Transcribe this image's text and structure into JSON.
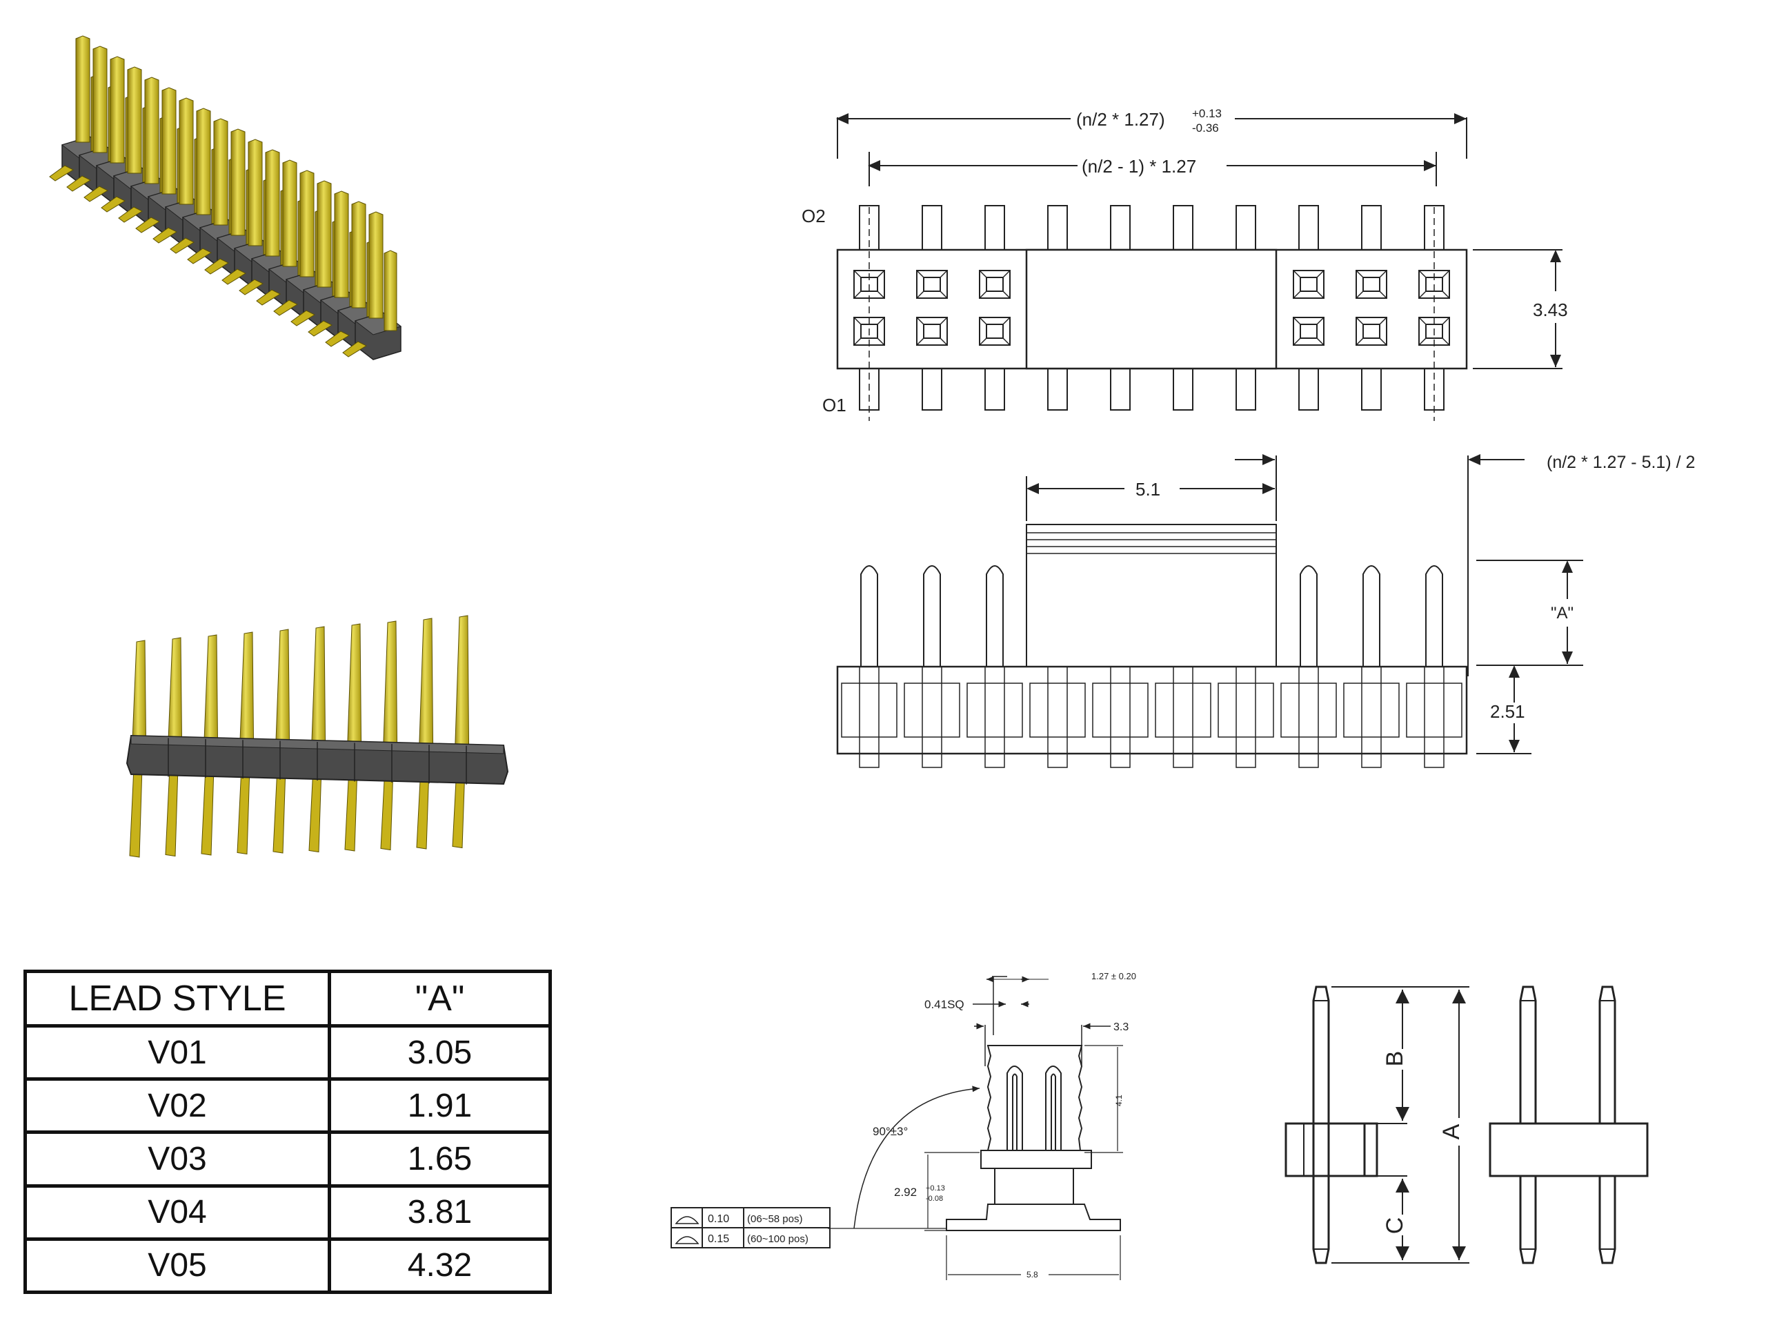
{
  "colors": {
    "pin_gold": "#c7b21a",
    "pin_gold_light": "#e3d64a",
    "housing_gray": "#4a4a4a",
    "line": "#222222"
  },
  "top_view": {
    "total_length_label": "(n/2 * 1.27)",
    "total_length_tol_plus": "+0.13",
    "total_length_tol_minus": "-0.36",
    "pitch_span_label": "(n/2 - 1) * 1.27",
    "row_label_top": "O2",
    "row_label_bottom": "O1",
    "height_label": "3.43"
  },
  "side_view": {
    "gap_label": "5.1",
    "offset_label": "(n/2 * 1.27 - 5.1) / 2",
    "pin_label": "\"A\"",
    "body_label": "2.51"
  },
  "table": {
    "header_style": "LEAD STYLE",
    "header_a": "\"A\"",
    "rows": [
      {
        "style": "V01",
        "a": "3.05"
      },
      {
        "style": "V02",
        "a": "1.91"
      },
      {
        "style": "V03",
        "a": "1.65"
      },
      {
        "style": "V04",
        "a": "3.81"
      },
      {
        "style": "V05",
        "a": "4.32"
      }
    ]
  },
  "profile_view": {
    "pitch_label": "1.27 ± 0.20",
    "pin_sq_label": "0.41SQ",
    "width_label": "3.3",
    "height_label": "4.1",
    "angle_label": "90°±3°",
    "standoff_label": "2.92",
    "standoff_tol_plus": "+0.13",
    "standoff_tol_minus": "-0.08",
    "base_label": "5.8",
    "coplanarity": [
      {
        "value": "0.10",
        "range": "(06~58 pos)"
      },
      {
        "value": "0.15",
        "range": "(60~100 pos)"
      }
    ]
  },
  "pin_drawing": {
    "label_a": "A",
    "label_b": "B",
    "label_c": "C"
  }
}
